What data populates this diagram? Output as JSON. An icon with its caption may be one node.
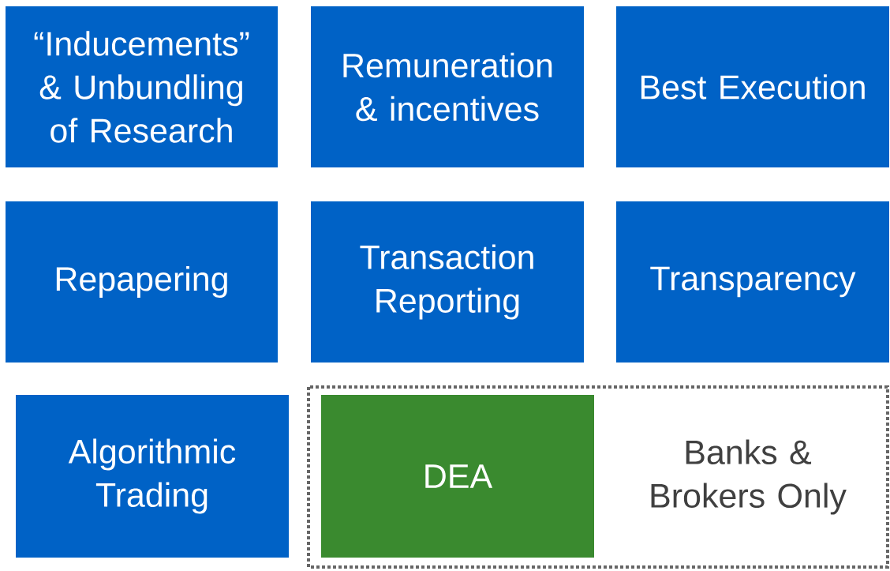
{
  "diagram": {
    "nodes": [
      {
        "text": [
          "“Inducements” & Unbundling of Research"
        ]
      },
      {
        "text": [
          "Remuneration & incentives"
        ]
      },
      {
        "text": [
          "Best Execution"
        ]
      },
      {
        "text": [
          "Repapering"
        ]
      },
      {
        "text": [
          "Transaction Reporting"
        ]
      },
      {
        "text": [
          "Transparency"
        ]
      },
      {
        "text": [
          "Algorithmic Trading"
        ]
      },
      {
        "text": [
          "Banks & Brokers Only"
        ]
      },
      {
        "text": [
          "DEA"
        ],
        "in": 7
      }
    ]
  }
}
